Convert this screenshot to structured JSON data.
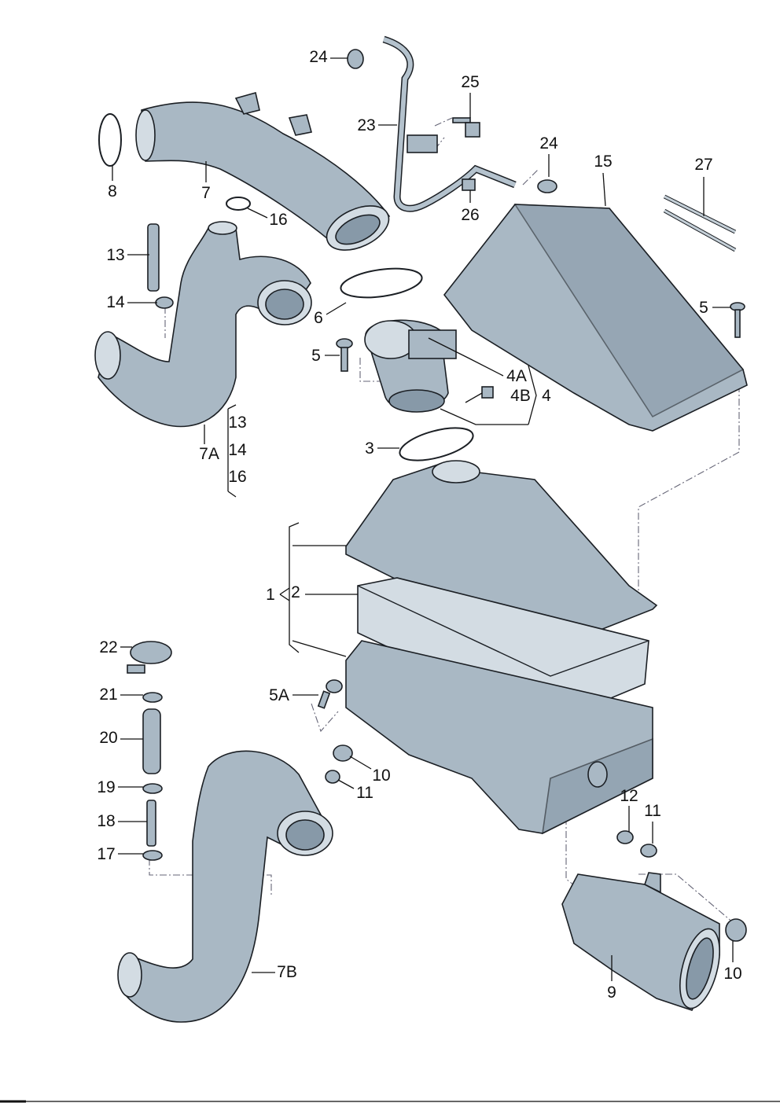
{
  "diagram": {
    "title": "Air filter housing exploded view",
    "labels": {
      "l24a": "24",
      "l25": "25",
      "l23": "23",
      "l24b": "24",
      "l15": "15",
      "l27": "27",
      "l8": "8",
      "l7": "7",
      "l16a": "16",
      "l26": "26",
      "l13a": "13",
      "l14a": "14",
      "l6": "6",
      "l5a": "5",
      "l5b": "5",
      "l4A": "4A",
      "l4B": "4B",
      "l4": "4",
      "l13b": "13",
      "l14b": "14",
      "l7A": "7A",
      "l16b": "16",
      "l3": "3",
      "l1": "1",
      "l2": "2",
      "l22": "22",
      "l21": "21",
      "l5A": "5A",
      "l20": "20",
      "l10a": "10",
      "l19": "19",
      "l11a": "11",
      "l12": "12",
      "l11b": "11",
      "l18": "18",
      "l17": "17",
      "l7B": "7B",
      "l10b": "10",
      "l9": "9"
    }
  }
}
